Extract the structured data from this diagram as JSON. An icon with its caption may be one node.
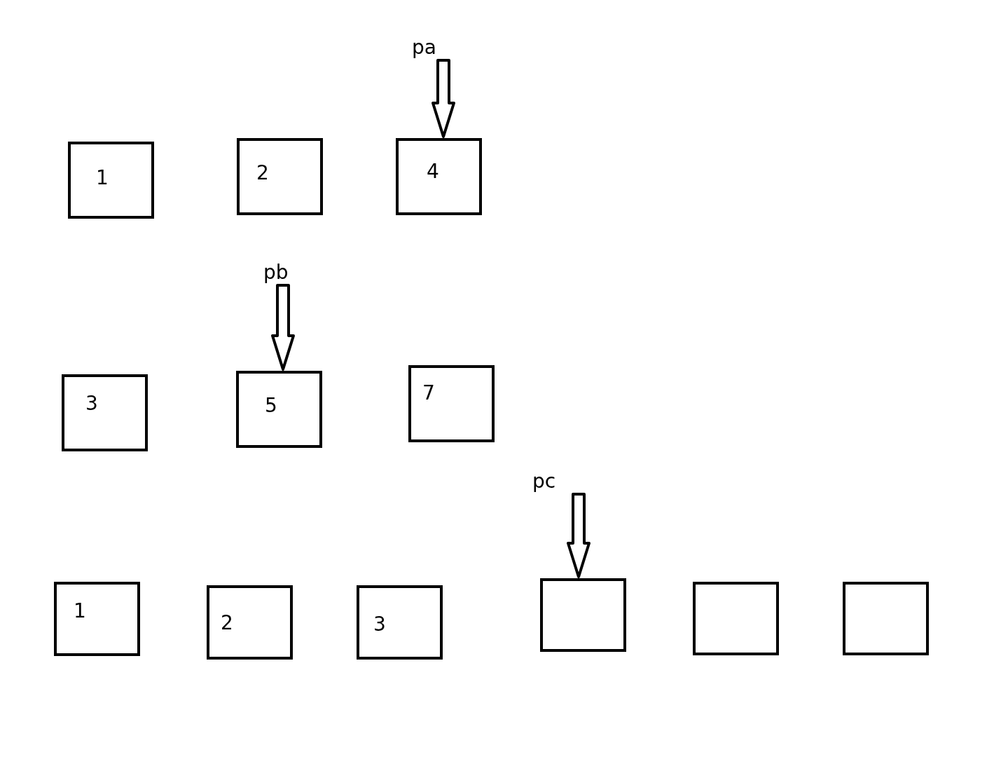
{
  "diagram": {
    "nodes": [
      {
        "text": [
          "pa"
        ]
      },
      {
        "text": [
          "1"
        ]
      },
      {
        "text": [
          "2"
        ]
      },
      {
        "text": [
          "4"
        ]
      },
      {
        "text": [
          "pb"
        ]
      },
      {
        "text": [
          "3"
        ]
      },
      {
        "text": [
          "5"
        ]
      },
      {
        "text": [
          "7"
        ]
      },
      {
        "text": [
          "pc"
        ]
      },
      {
        "text": [
          "1"
        ]
      },
      {
        "text": [
          "2"
        ]
      },
      {
        "text": [
          "3"
        ]
      },
      {
        "text": [],
        "shape": "box"
      },
      {
        "text": [],
        "shape": "box"
      },
      {
        "text": [],
        "shape": "box"
      }
    ],
    "edges": [
      {
        "from": 0,
        "to": 3,
        "arrow": "to"
      },
      {
        "from": 4,
        "to": 6,
        "arrow": "to"
      },
      {
        "from": 8,
        "to": 12,
        "arrow": "to"
      }
    ]
  }
}
